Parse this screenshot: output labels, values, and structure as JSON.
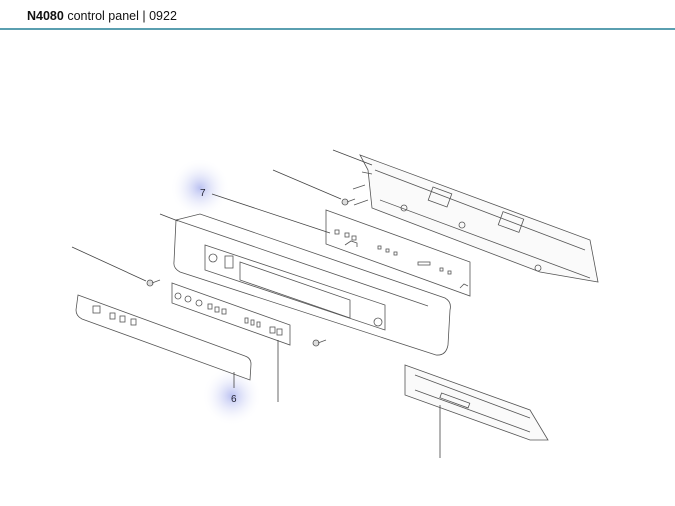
{
  "header": {
    "model": "N4080",
    "title_rest": " control panel | 0922"
  },
  "callouts": {
    "seven": "7",
    "six": "6"
  },
  "colors": {
    "rule": "#5a9fb0",
    "highlight": "#b8bff0",
    "line": "#555555"
  }
}
